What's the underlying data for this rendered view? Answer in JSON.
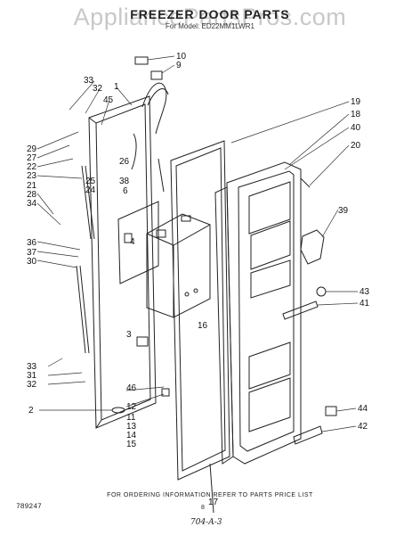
{
  "watermark": "AppliancePartsPros.com",
  "title": "FREEZER DOOR PARTS",
  "subtitle": "For Model: ED22MM1LWR1",
  "footer": "FOR ORDERING INFORMATION REFER TO PARTS PRICE LIST",
  "doc_number": "789247",
  "page_number": "8",
  "handwritten_note": "704-A-3",
  "callouts": {
    "c10": "10",
    "c9": "9",
    "c33a": "33",
    "c32a": "32",
    "c1": "1",
    "c45": "45",
    "c19": "19",
    "c18": "18",
    "c40": "40",
    "c20": "20",
    "c29": "29",
    "c27": "27",
    "c22": "22",
    "c23": "23",
    "c26": "26",
    "c25": "25",
    "c24": "24",
    "c38": "38",
    "c6": "6",
    "c21": "21",
    "c28": "28",
    "c34": "34",
    "c39": "39",
    "c4": "4",
    "c36": "36",
    "c37": "37",
    "c30": "30",
    "c43": "43",
    "c41": "41",
    "c16": "16",
    "c3": "3",
    "c33b": "33",
    "c31": "31",
    "c32b": "32",
    "c46": "46",
    "c12": "12",
    "c2": "2",
    "c11": "11",
    "c13": "13",
    "c14": "14",
    "c15": "15",
    "c44": "44",
    "c42": "42",
    "c17": "17"
  }
}
